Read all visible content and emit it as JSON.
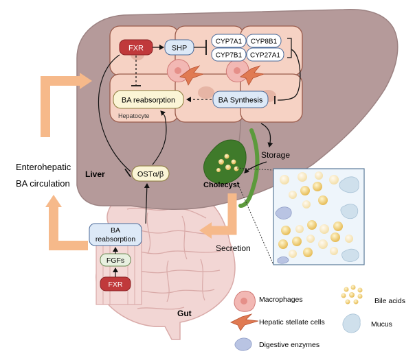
{
  "labels": {
    "fxr_top": "FXR",
    "shp": "SHP",
    "cyp7a1": "CYP7A1",
    "cyp8b1": "CYP8B1",
    "cyp7b1": "CYP7B1",
    "cyp27a1": "CYP27A1",
    "ba_reabsorption_top": "BA reabsorption",
    "ba_synthesis": "BA Synthesis",
    "hepatocyte": "Hepatocyte",
    "storage": "Storage",
    "enterohepatic_line1": "Enterohepatic",
    "enterohepatic_line2": "BA circulation",
    "liver": "Liver",
    "ost": "OSTα/β",
    "cholecyst": "Cholecyst",
    "ba_reabsorption_gut_line1": "BA",
    "ba_reabsorption_gut_line2": "reabsorption",
    "fgfs": "FGFs",
    "fxr_gut": "FXR",
    "secretion": "Secretion",
    "gut": "Gut"
  },
  "legend": {
    "macrophages": "Macrophages",
    "hepatic_stellate_cells": "Hepatic stellate cells",
    "digestive_enzymes": "Digestive enzymes",
    "bile_acids": "Bile acids",
    "mucus": "Mucus"
  },
  "colors": {
    "liver": "#b59a9a",
    "liver_dark": "#9c8282",
    "cell_fill": "#f6d2c4",
    "cell_stroke": "#9a5b4b",
    "fxr_red": "#c0393b",
    "blue_box": "#dde9f7",
    "blue_stroke": "#4a6a99",
    "yellow_box": "#fbf5d6",
    "orange_arrow": "#f6b98a",
    "gut": "#f2d6d4",
    "gut_stroke": "#d9aaa8",
    "gallbladder": "#5c9a3c",
    "bile_acid": "#e9c35a",
    "enzyme": "#b9c4e3",
    "mucus": "#cfe0ec"
  }
}
